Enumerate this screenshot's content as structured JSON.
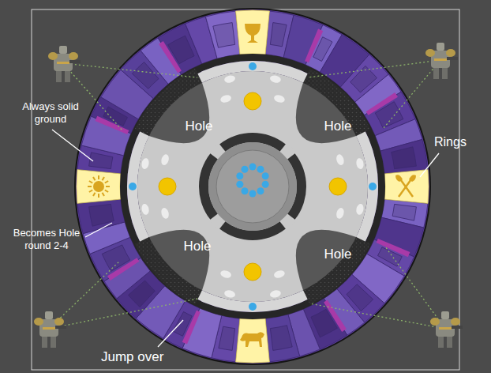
{
  "diagram": {
    "labels": [
      "Always solid ground",
      "Hole",
      "Hole",
      "Rings",
      "Becomes Hole round 2-4",
      "Hole",
      "Hole",
      "Jump over"
    ]
  }
}
